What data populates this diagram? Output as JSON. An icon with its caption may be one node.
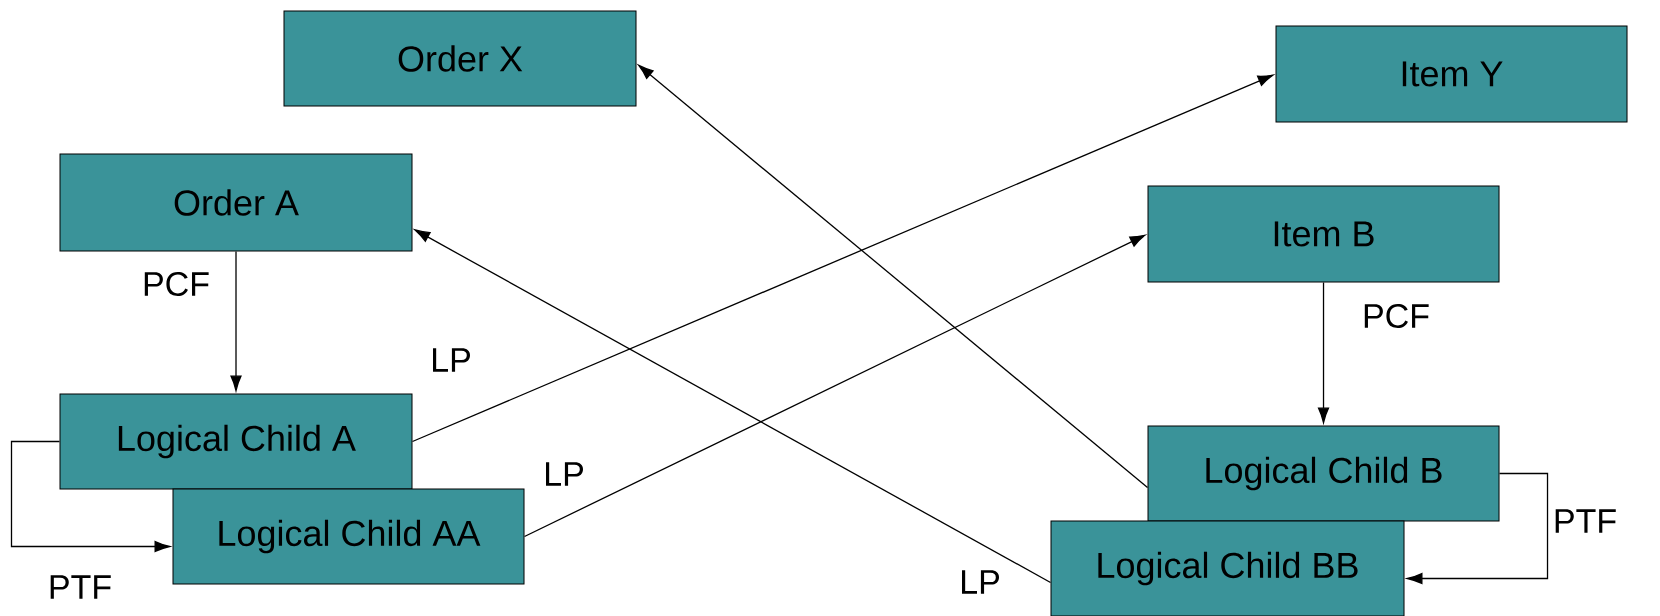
{
  "diagram": {
    "nodes": [
      {
        "text": [
          "Order X"
        ]
      },
      {
        "text": [
          "Item Y"
        ]
      },
      {
        "text": [
          "Order A"
        ]
      },
      {
        "text": [
          "Item B"
        ]
      },
      {
        "text": [
          "Logical Child A"
        ]
      },
      {
        "text": [
          "Logical Child AA"
        ]
      },
      {
        "text": [
          "Logical Child B"
        ]
      },
      {
        "text": [
          "Logical Child BB"
        ]
      }
    ],
    "edges": [
      {
        "from": 2,
        "to": 4,
        "arrow": "to",
        "label": "PCF"
      },
      {
        "from": 3,
        "to": 6,
        "arrow": "to",
        "label": "PCF"
      },
      {
        "from": 4,
        "to": 1,
        "arrow": "to",
        "label": "LP"
      },
      {
        "from": 5,
        "to": 3,
        "arrow": "to",
        "label": "LP"
      },
      {
        "from": 6,
        "to": 0,
        "arrow": "to"
      },
      {
        "from": 7,
        "to": 2,
        "arrow": "to",
        "label": "LP"
      },
      {
        "from": 4,
        "to": 5,
        "arrow": "to",
        "label": "PTF"
      },
      {
        "from": 6,
        "to": 7,
        "arrow": "to",
        "label": "PTF"
      }
    ]
  }
}
